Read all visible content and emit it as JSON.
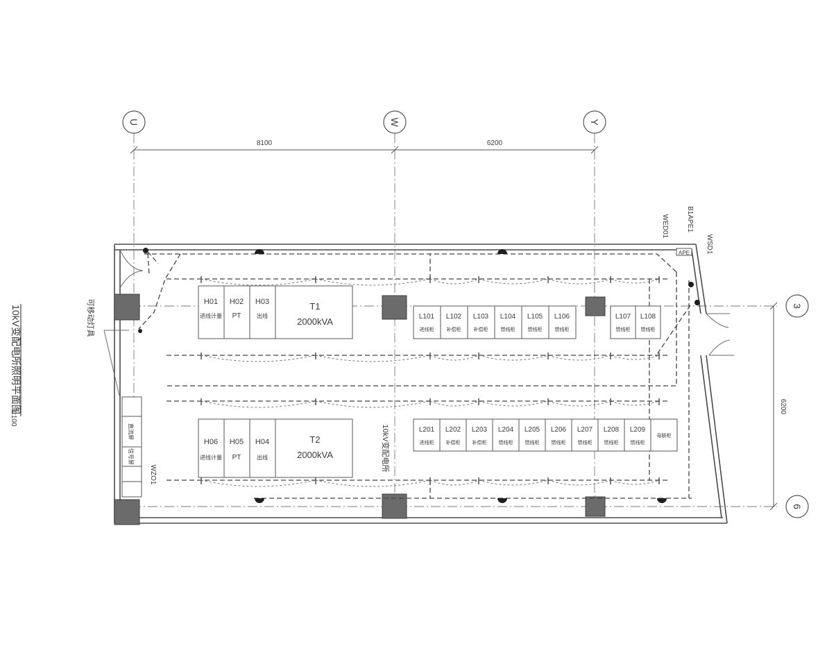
{
  "title": "10kV变配电所照明平面图",
  "scale": "1:100",
  "side_note": "可移动灯具",
  "cable_label": "10kV变配电所",
  "axes": {
    "vertical": [
      "U",
      "W",
      "Y"
    ],
    "horizontal": [
      "3",
      "6"
    ]
  },
  "dimensions": {
    "uw": "8100",
    "wy": "6200",
    "row_span": "6200"
  },
  "circuit_labels": {
    "wzo1": "WZO1",
    "wed01": "WED01",
    "b1ape1": "B1APE1",
    "wsd1": "WSD1",
    "ape": "APE"
  },
  "row1_h_panels": [
    {
      "code": "H01",
      "desc": "进线计量"
    },
    {
      "code": "H02",
      "desc": "PT"
    },
    {
      "code": "H03",
      "desc": "出线"
    }
  ],
  "transformer1": {
    "code": "T1",
    "rating": "2000kVA"
  },
  "row1_l_panels": [
    {
      "code": "L101",
      "desc": "进线柜"
    },
    {
      "code": "L102",
      "desc": "补偿柜"
    },
    {
      "code": "L103",
      "desc": "补偿柜"
    },
    {
      "code": "L104",
      "desc": "馈线柜"
    },
    {
      "code": "L105",
      "desc": "馈线柜"
    },
    {
      "code": "L106",
      "desc": "馈线柜"
    },
    {
      "code": "L107",
      "desc": "馈线柜"
    },
    {
      "code": "L108",
      "desc": "馈线柜"
    }
  ],
  "row2_h_panels": [
    {
      "code": "H06",
      "desc": "进线计量"
    },
    {
      "code": "H05",
      "desc": "PT"
    },
    {
      "code": "H04",
      "desc": "出线"
    }
  ],
  "transformer2": {
    "code": "T2",
    "rating": "2000kVA"
  },
  "row2_l_panels": [
    {
      "code": "L201",
      "desc": "进线柜"
    },
    {
      "code": "L202",
      "desc": "补偿柜"
    },
    {
      "code": "L203",
      "desc": "补偿柜"
    },
    {
      "code": "L204",
      "desc": "馈线柜"
    },
    {
      "code": "L205",
      "desc": "馈线柜"
    },
    {
      "code": "L206",
      "desc": "馈线柜"
    },
    {
      "code": "L207",
      "desc": "馈线柜"
    },
    {
      "code": "L208",
      "desc": "馈线柜"
    },
    {
      "code": "L209",
      "desc": "馈线柜"
    },
    {
      "code": "",
      "desc": "母联柜"
    }
  ],
  "aux_panels": [
    "",
    "直流屏",
    "信号屏",
    "",
    ""
  ]
}
